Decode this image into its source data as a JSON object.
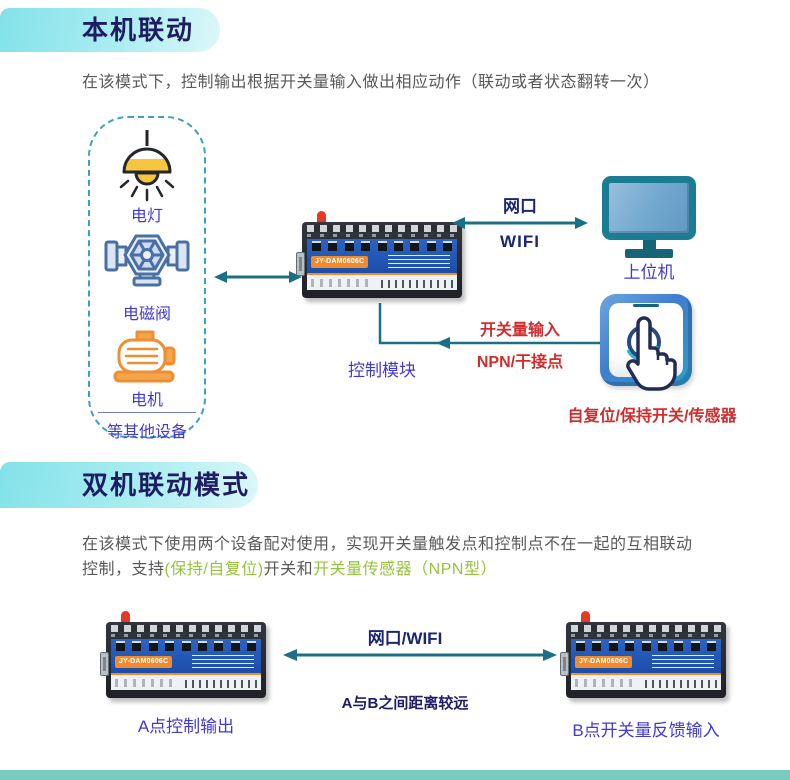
{
  "colors": {
    "accent_teal": "#1b7086",
    "title_navy": "#1e1c63",
    "link_navy": "#1b2574",
    "label_blue": "#4139d6",
    "red": "#d02e2e",
    "green": "#96c23d",
    "body_text": "#58595b",
    "pill_gradient_start": "#82e2e9",
    "pill_gradient_end": "#dcf7f8",
    "bottom_bar": "#79cac1"
  },
  "device": {
    "model": "JY-DAM0606C"
  },
  "section1": {
    "title": "本机联动",
    "description": "在该模式下，控制输出根据开关量输入做出相应动作（联动或者状态翻转一次）",
    "group": {
      "items": [
        {
          "label": "电灯",
          "icon": "lamp-icon"
        },
        {
          "label": "电磁阀",
          "icon": "valve-icon"
        },
        {
          "label": "电机",
          "icon": "motor-icon"
        }
      ],
      "footer": "等其他设备"
    },
    "module_label": "控制模块",
    "host_link_line1": "网口",
    "host_link_line2": "WIFI",
    "host_label": "上位机",
    "input_link_line1": "开关量输入",
    "input_link_line2": "NPN/干接点",
    "switch_label": "自复位/保持开关/传感器"
  },
  "section2": {
    "title": "双机联动模式",
    "desc_line1": "在该模式下使用两个设备配对使用，实现开关量触发点和控制点不在一起的互相联动",
    "desc_prefix": "控制，支持",
    "desc_green1": "(保持/自复位)",
    "desc_mid1": "开关",
    "desc_mid2": "和",
    "desc_green2": "开关量传感器（NPN型）",
    "device_a_label": "A点控制输出",
    "link_label": "网口/WIFI",
    "distance_note": "A与B之间距离较远",
    "device_b_label": "B点开关量反馈输入"
  }
}
